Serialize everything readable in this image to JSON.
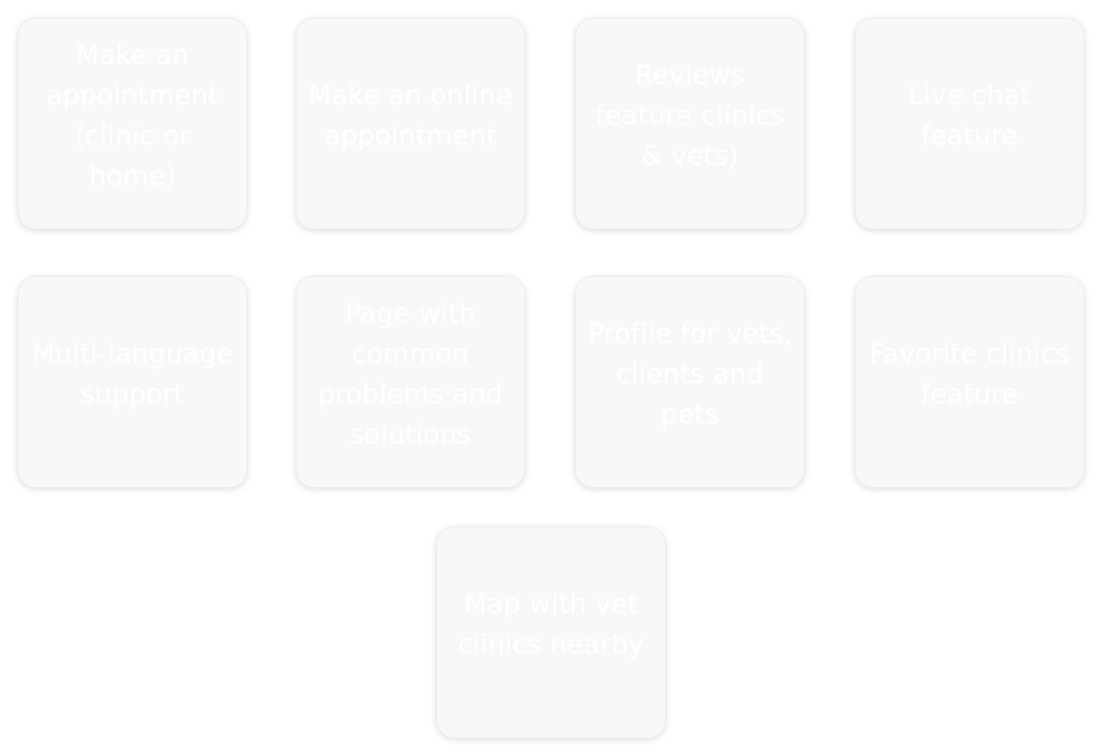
{
  "features": [
    {
      "label": "Make an appointment (clinic or home)"
    },
    {
      "label": "Make an online appointment"
    },
    {
      "label": "Reviews feature clinics & vets)"
    },
    {
      "label": "Live chat feature"
    },
    {
      "label": "Multi-language support"
    },
    {
      "label": "Page with common problems and solutions"
    },
    {
      "label": "Profile for vets, clients and pets"
    },
    {
      "label": "Favorite clinics feature"
    },
    {
      "label": "Map with vet clinics nearby"
    }
  ],
  "colors": {
    "card_background": "#f8f8f8",
    "card_text": "#ffffff",
    "page_background": "#ffffff"
  }
}
